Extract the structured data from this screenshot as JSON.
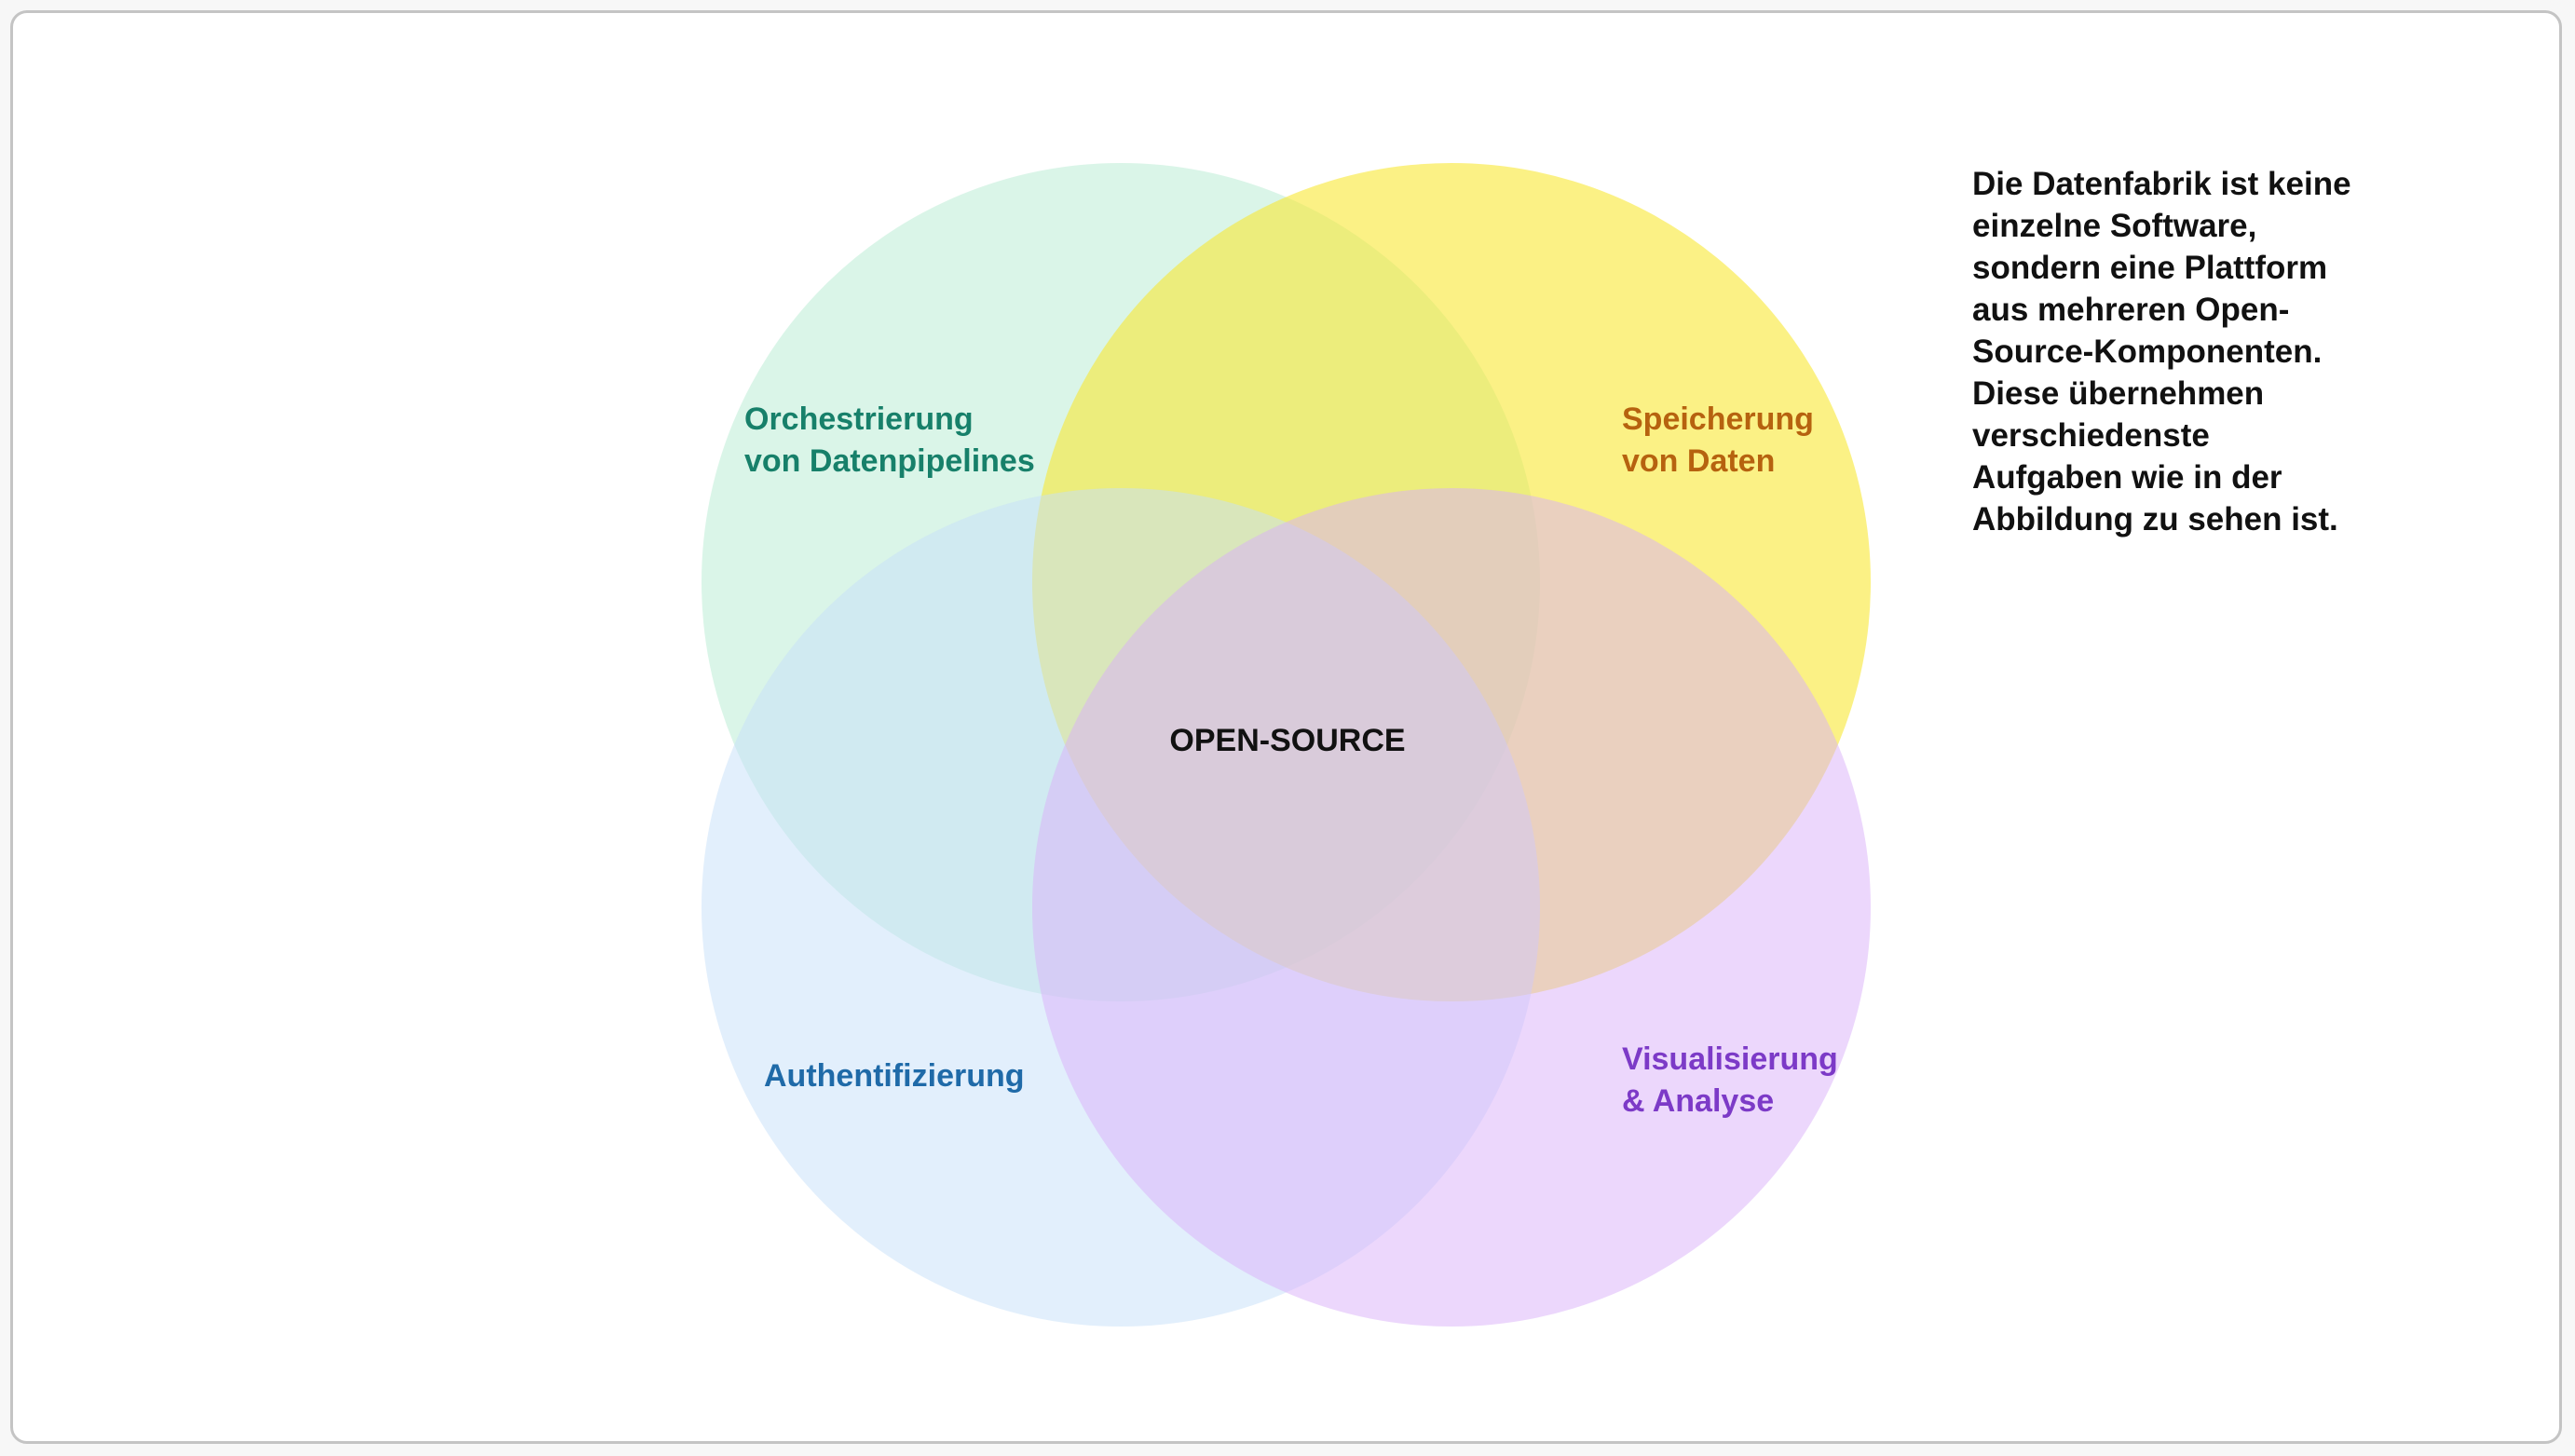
{
  "diagram": {
    "center_label": "OPEN-SOURCE",
    "sets": [
      {
        "id": "orchestrierung",
        "lines": [
          "Orchestrierung",
          "von Datenpipelines"
        ],
        "fill": "#b6ebd2",
        "text_color": "#17806a"
      },
      {
        "id": "speicherung",
        "lines": [
          "Speicherung",
          "von Daten"
        ],
        "fill": "#f9e733",
        "text_color": "#b6620f"
      },
      {
        "id": "authentifizierung",
        "lines": [
          "Authentifizierung"
        ],
        "fill": "#c5dffa",
        "text_color": "#1f6aa8"
      },
      {
        "id": "visualisierung",
        "lines": [
          "Visualisierung",
          "& Analyse"
        ],
        "fill": "#d9b0fa",
        "text_color": "#7c3ac7"
      }
    ]
  },
  "description": {
    "lines": [
      "Die Datenfabrik ist keine",
      "einzelne Software,",
      "sondern eine Plattform",
      "aus mehreren Open-",
      "Source-Komponenten.",
      "Diese übernehmen",
      "verschiedenste",
      "Aufgaben wie in der",
      "Abbildung zu sehen ist."
    ]
  }
}
